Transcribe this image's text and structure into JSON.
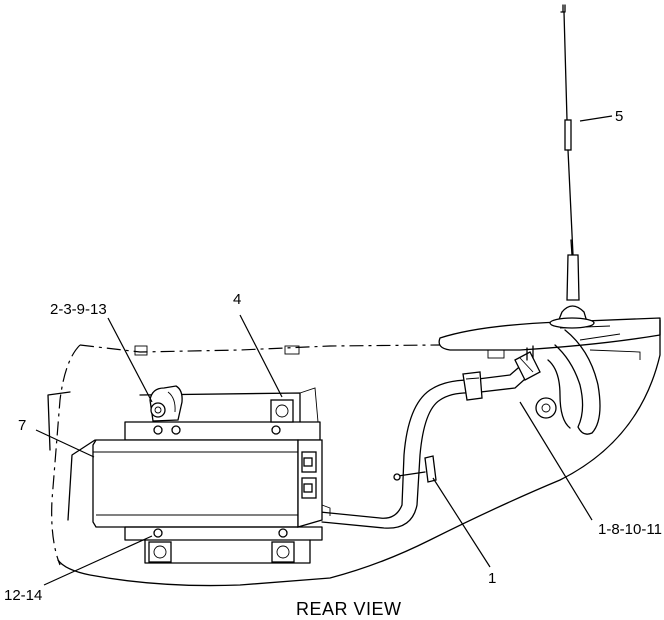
{
  "callouts": {
    "c1": "1",
    "c4": "4",
    "c5": "5",
    "c7": "7",
    "c2_3_9_13": "2-3-9-13",
    "c1_8_10_11": "1-8-10-11",
    "c12_14": "12-14"
  },
  "caption": "REAR VIEW"
}
